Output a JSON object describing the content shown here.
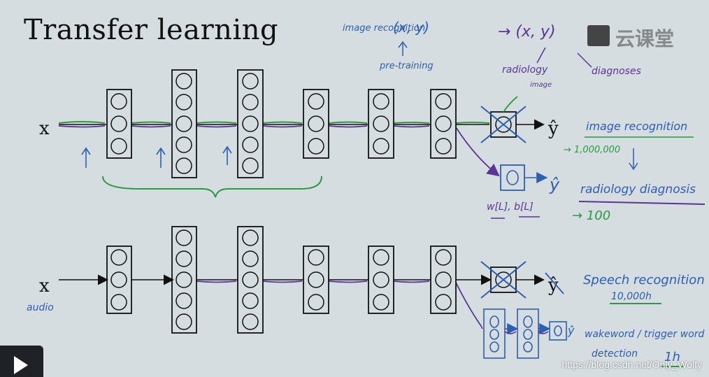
{
  "title": "Transfer learning",
  "logo_text": "云课堂",
  "watermark": "https://blog.csdn.net/Only_Wolfy",
  "colors": {
    "ink": "#111111",
    "blue": "#2c5fb3",
    "purple": "#5a3596",
    "green": "#2c9a3e"
  },
  "net1": {
    "input": "x",
    "output": "ŷ",
    "notes": {
      "image_reco": "image recognition",
      "xy_pair": "(x, y)",
      "pre_training": "pre-training",
      "xy_right": "→ (x, y)",
      "radiology": "radiology",
      "image": "image",
      "diagnoses": "diagnoses",
      "image_recognition": "image recognition",
      "count_1m": "→ 1,000,000",
      "radiology_diagnosis": "radiology diagnosis",
      "weights": "w[L], b[L]",
      "count_100": "→ 100"
    }
  },
  "net2": {
    "input": "x",
    "input_note": "audio",
    "output": "ŷ",
    "notes": {
      "speech": "Speech recognition",
      "count_10k": "10,000h",
      "wakeword": "wakeword / trigger word",
      "detection": "detection",
      "hours": "1h"
    }
  }
}
